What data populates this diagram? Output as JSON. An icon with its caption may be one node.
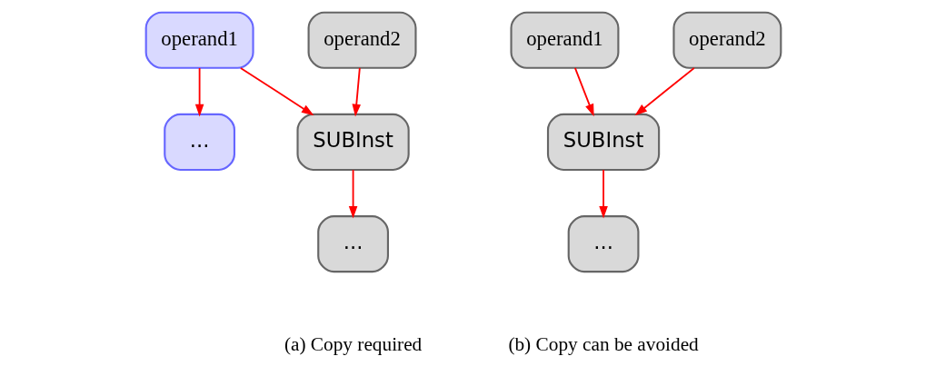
{
  "diagram": {
    "nodes": [
      {
        "text": [
          "operand1"
        ]
      },
      {
        "text": [
          "operand2"
        ]
      },
      {
        "text": [
          "..."
        ]
      },
      {
        "text": [
          "SUBInst"
        ]
      },
      {
        "text": [
          "..."
        ]
      },
      {
        "text": [
          "operand1"
        ]
      },
      {
        "text": [
          "operand2"
        ]
      },
      {
        "text": [
          "SUBInst"
        ]
      },
      {
        "text": [
          "..."
        ]
      }
    ],
    "edges": [
      {
        "from": 0,
        "to": 2,
        "arrow": "to"
      },
      {
        "from": 0,
        "to": 3,
        "arrow": "to"
      },
      {
        "from": 1,
        "to": 3,
        "arrow": "to"
      },
      {
        "from": 3,
        "to": 4,
        "arrow": "to"
      },
      {
        "from": 5,
        "to": 7,
        "arrow": "to"
      },
      {
        "from": 6,
        "to": 7,
        "arrow": "to"
      },
      {
        "from": 7,
        "to": 8,
        "arrow": "to"
      }
    ],
    "labels": [
      "(a) Copy required",
      "(b) Copy can be avoided"
    ]
  }
}
